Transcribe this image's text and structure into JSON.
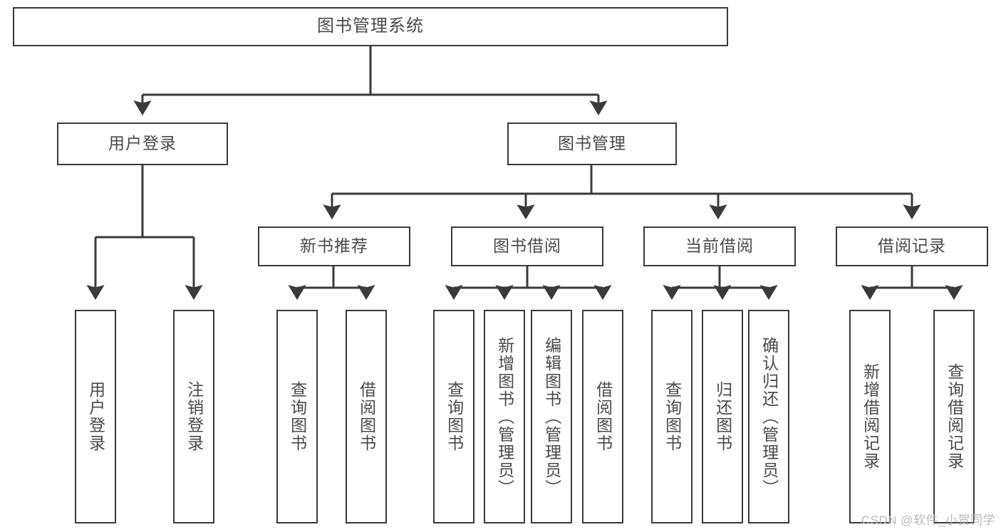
{
  "diagram": {
    "title": "图书管理系统",
    "type": "hierarchy-tree",
    "line_color": "#3a3a3a",
    "text_color": "#4a4a4a",
    "background": "#ffffff",
    "nodes": {
      "root": {
        "label": "图书管理系统"
      },
      "level2": [
        {
          "id": "user-login",
          "label": "用户登录"
        },
        {
          "id": "book-management",
          "label": "图书管理"
        }
      ],
      "level3": [
        {
          "id": "new-book-recommend",
          "label": "新书推荐"
        },
        {
          "id": "book-borrow",
          "label": "图书借阅"
        },
        {
          "id": "current-borrow",
          "label": "当前借阅"
        },
        {
          "id": "borrow-record",
          "label": "借阅记录"
        }
      ],
      "leaves": {
        "user_login": [
          {
            "id": "leaf-user-login",
            "label": "用户登录"
          },
          {
            "id": "leaf-logout",
            "label": "注销登录"
          }
        ],
        "new_book_recommend": [
          {
            "id": "leaf-query-book-1",
            "label": "查询图书"
          },
          {
            "id": "leaf-borrow-book-1",
            "label": "借阅图书"
          }
        ],
        "book_borrow": [
          {
            "id": "leaf-query-book-2",
            "label": "查询图书"
          },
          {
            "id": "leaf-add-book",
            "label": "新增图书（管理员）"
          },
          {
            "id": "leaf-edit-book",
            "label": "编辑图书（管理员）"
          },
          {
            "id": "leaf-borrow-book-2",
            "label": "借阅图书"
          }
        ],
        "current_borrow": [
          {
            "id": "leaf-query-book-3",
            "label": "查询图书"
          },
          {
            "id": "leaf-return-book",
            "label": "归还图书"
          },
          {
            "id": "leaf-confirm-return",
            "label": "确认归还（管理员）"
          }
        ],
        "borrow_record": [
          {
            "id": "leaf-add-record",
            "label": "新增借阅记录"
          },
          {
            "id": "leaf-query-record",
            "label": "查询借阅记录"
          }
        ]
      }
    },
    "watermark": "CSDN @软件_小贺同学"
  }
}
